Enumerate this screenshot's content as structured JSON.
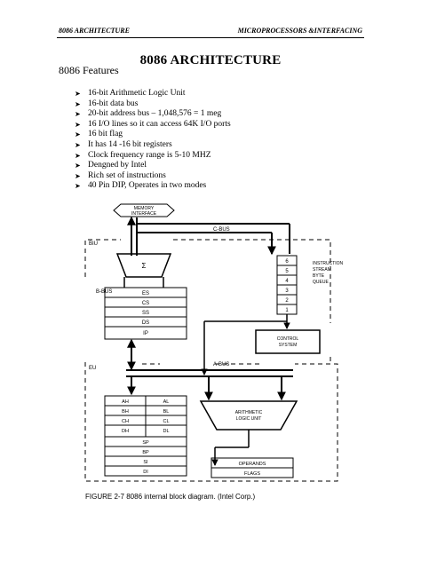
{
  "header": {
    "left": "8086 ARCHITECTURE",
    "right": "MICROPROCESSORS &INTERFACING"
  },
  "title": "8086 ARCHITECTURE",
  "subtitle": "8086 Features",
  "features": [
    "16-bit Arithmetic Logic Unit",
    "16-bit data bus",
    "20-bit address bus – 1,048,576 = 1 meg",
    "16 I/O lines so it can access 64K I/O ports",
    "16 bit flag",
    "It has 14 -16 bit registers",
    "Clock frequency range is 5-10 MHZ",
    "Dengned by Intel",
    "Rich set of instructions",
    "40 Pin DIP, Operates in two modes"
  ],
  "diagram": {
    "memory_interface": [
      "MEMORY",
      "INTERFACE"
    ],
    "biu_label": "BIU",
    "eu_label": "EU",
    "cbus_label": "C-BUS",
    "bbus_label": "B-BUS",
    "abus_label": "A-BUS",
    "sigma": "Σ",
    "queue": [
      "6",
      "5",
      "4",
      "3",
      "2",
      "1"
    ],
    "queue_label": [
      "INSTRUCTION",
      "STREAM",
      "BYTE",
      "QUEUE"
    ],
    "seg_registers": [
      "ES",
      "CS",
      "SS",
      "DS",
      "IP"
    ],
    "control": [
      "CONTROL",
      "SYSTEM"
    ],
    "gp_headers": [
      "AH",
      "AL"
    ],
    "gp_pairs": [
      [
        "BH",
        "BL"
      ],
      [
        "CH",
        "CL"
      ],
      [
        "DH",
        "DL"
      ]
    ],
    "ptr_registers": [
      "SP",
      "BP",
      "SI",
      "DI"
    ],
    "alu": [
      "ARITHMETIC",
      "LOGIC UNIT"
    ],
    "operands": "OPERANDS",
    "flags": "FLAGS"
  },
  "caption": "FIGURE 2-7    8086 internal block diagram. (Intel Corp.)"
}
